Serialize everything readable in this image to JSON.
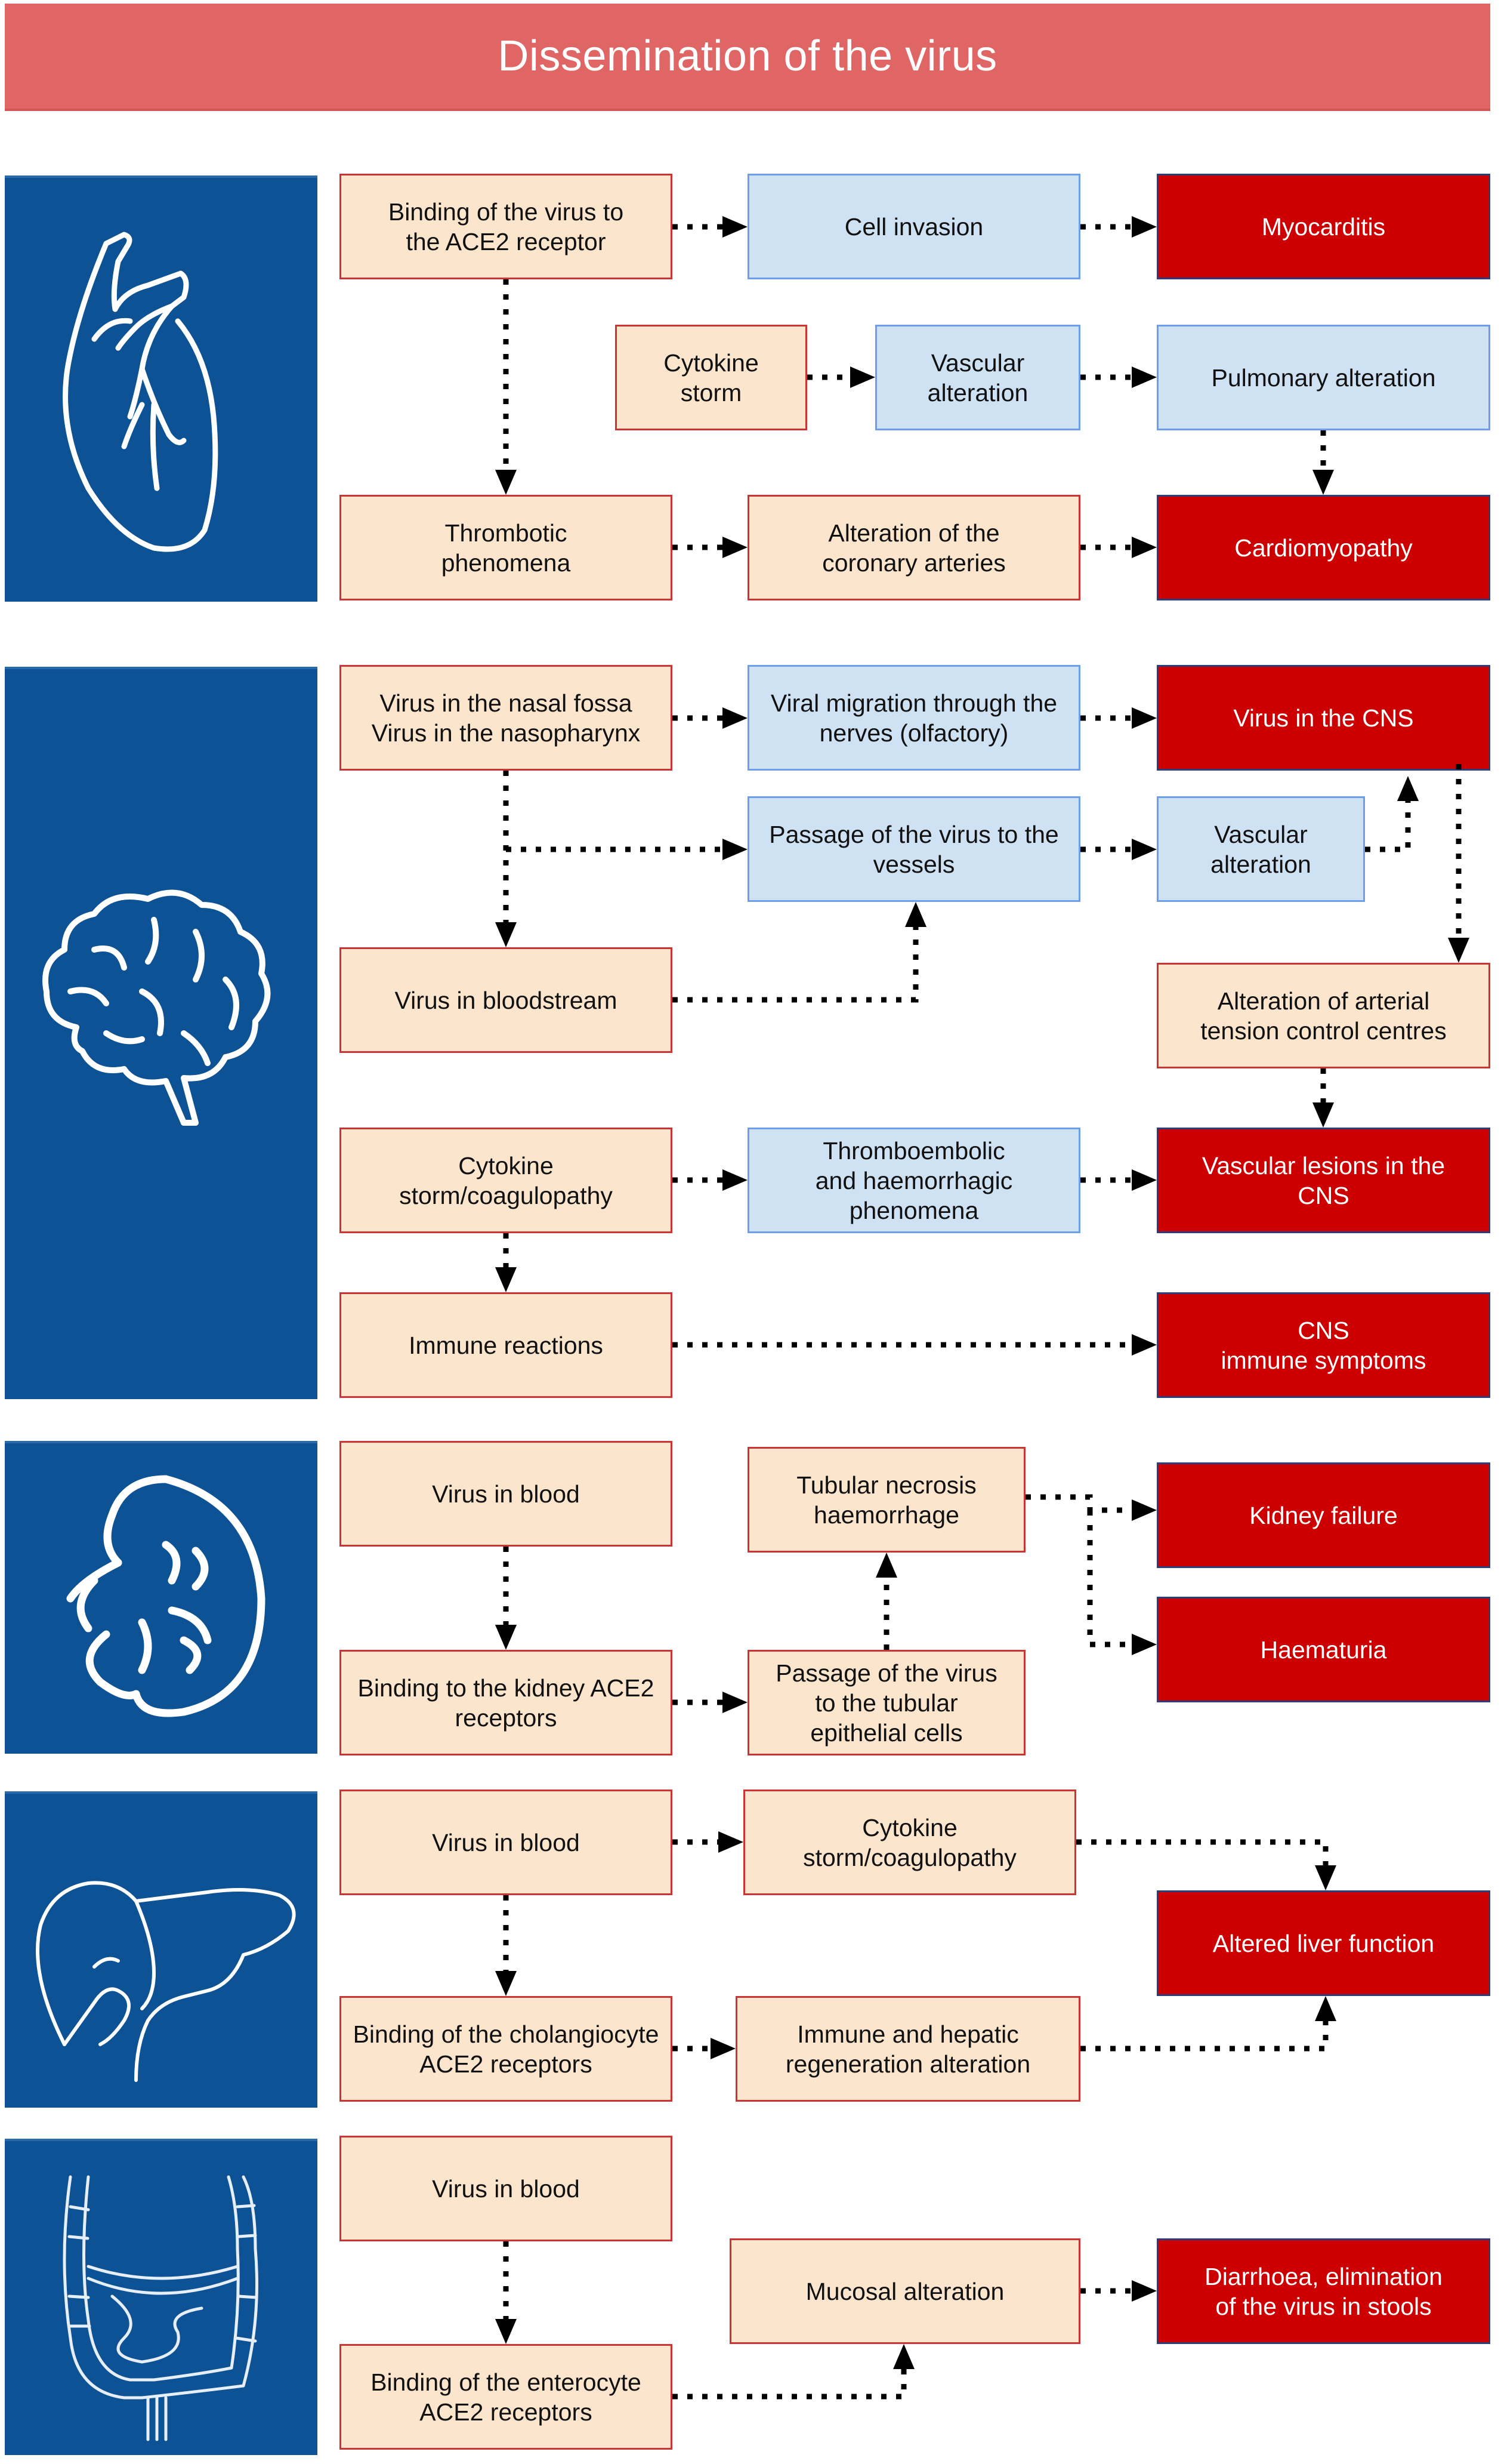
{
  "title": "Dissemination of the virus",
  "colors": {
    "title_bg": "#e06666",
    "organ_panel": "#0d5294",
    "cause_fill": "#fce5cd",
    "cause_border": "#cc3333",
    "mechanism_fill": "#cfe2f3",
    "mechanism_border": "#6d9eeb",
    "effect_fill": "#cc0000",
    "arrow": "#000000"
  },
  "sections": {
    "heart": {
      "icon": "heart-icon",
      "boxes": {
        "binding": "Binding of the virus to\nthe ACE2 receptor",
        "cell_invasion": "Cell invasion",
        "myocarditis": "Myocarditis",
        "cytokine": "Cytokine\nstorm",
        "vascular": "Vascular\nalteration",
        "pulmonary": "Pulmonary alteration",
        "thrombotic": "Thrombotic\nphenomena",
        "coronary": "Alteration of the\ncoronary arteries",
        "cardiomyopathy": "Cardiomyopathy"
      }
    },
    "brain": {
      "icon": "brain-icon",
      "boxes": {
        "nasal": "Virus in the nasal fossa\nVirus in the nasopharynx",
        "migration": "Viral migration through the\nnerves (olfactory)",
        "cns": "Virus in the CNS",
        "passage": "Passage of the virus to the\nvessels",
        "vascular": "Vascular\nalteration",
        "bloodstream": "Virus in bloodstream",
        "tension": "Alteration of arterial\ntension control centres",
        "cytokine": "Cytokine\nstorm/coagulopathy",
        "thrombo": "Thromboembolic\nand haemorrhagic\nphenomena",
        "lesions": "Vascular lesions in the\nCNS",
        "immune": "Immune reactions",
        "cns_immune": "CNS\nimmune symptoms"
      }
    },
    "kidney": {
      "icon": "kidney-icon",
      "boxes": {
        "blood": "Virus in blood",
        "necrosis": "Tubular necrosis\nhaemorrhage",
        "failure": "Kidney failure",
        "haematuria": "Haematuria",
        "binding": "Binding to the kidney ACE2\nreceptors",
        "passage": "Passage of the virus\nto the tubular\nepithelial cells"
      }
    },
    "liver": {
      "icon": "liver-icon",
      "boxes": {
        "blood": "Virus in blood",
        "cytokine": "Cytokine\nstorm/coagulopathy",
        "altered": "Altered liver function",
        "binding": "Binding of the cholangiocyte\nACE2 receptors",
        "immune": "Immune and hepatic\nregeneration alteration"
      }
    },
    "intestine": {
      "icon": "intestine-icon",
      "boxes": {
        "blood": "Virus in blood",
        "mucosal": "Mucosal alteration",
        "diarrhoea": "Diarrhoea, elimination\nof the virus in stools",
        "binding": "Binding of the enterocyte\nACE2 receptors"
      }
    }
  }
}
